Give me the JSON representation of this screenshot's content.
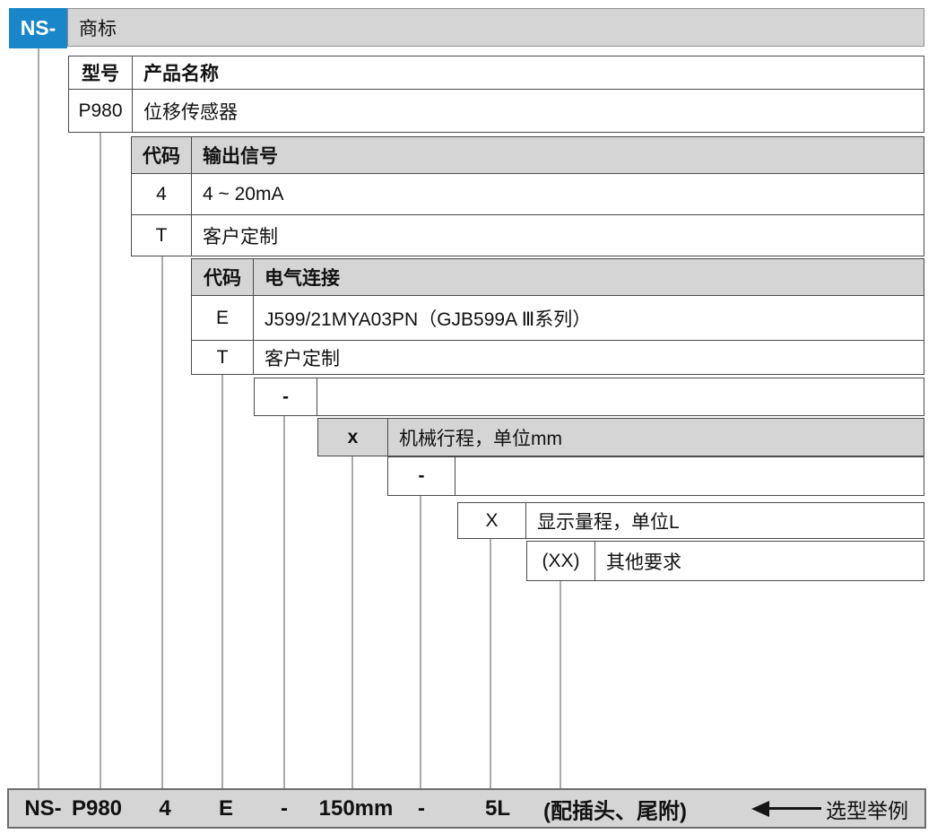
{
  "palette": {
    "brand_blue": "#1886C8",
    "gray_fill": "#D5D5D5",
    "table_border": "#4A4A4A",
    "connector_gray": "#A9A9A9",
    "text": "#111111"
  },
  "top_bar": {
    "prefix": "NS-",
    "trademark": "商标"
  },
  "model_table": {
    "col1_header": "型号",
    "col2_header": "产品名称",
    "rows": [
      {
        "code": "P980",
        "name": "位移传感器"
      }
    ]
  },
  "signal_table": {
    "col1_header": "代码",
    "col2_header": "输出信号",
    "rows": [
      {
        "code": "4",
        "value": "4 ~ 20mA"
      },
      {
        "code": "T",
        "value": "客户定制"
      }
    ]
  },
  "electrical_table": {
    "col1_header": "代码",
    "col2_header": "电气连接",
    "rows": [
      {
        "code": "E",
        "value": "J599/21MYA03PN（GJB599A Ⅲ系列）"
      },
      {
        "code": "T",
        "value": "客户定制"
      }
    ]
  },
  "dash_row_1": {
    "symbol": "-"
  },
  "stroke_row": {
    "code": "x",
    "label": "机械行程，单位mm"
  },
  "dash_row_2": {
    "symbol": "-"
  },
  "range_row": {
    "code": "X",
    "label": "显示量程，单位L"
  },
  "other_row": {
    "code": "(XX)",
    "label": "其他要求"
  },
  "example_bar": {
    "items": [
      "NS-",
      "P980",
      "4",
      "E",
      "-",
      "150mm",
      "-",
      "5L",
      "(配插头、尾附)"
    ],
    "note": "选型举例"
  }
}
